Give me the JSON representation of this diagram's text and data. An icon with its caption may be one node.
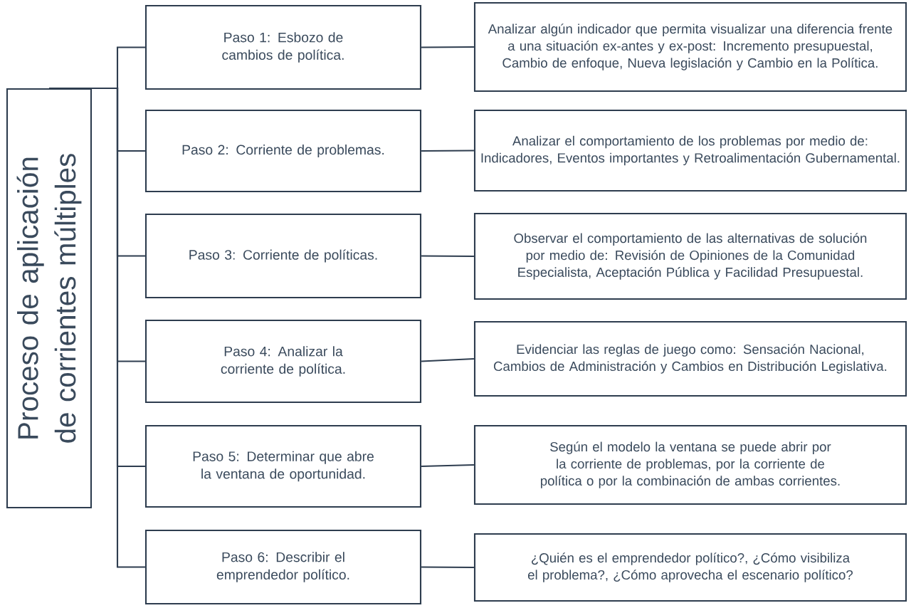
{
  "diagram": {
    "nodes": [
      {
        "text": [
          "Proceso de aplicación de corrientes múltiples"
        ]
      },
      {
        "text": [
          "Paso 1: Esbozo de cambios de política."
        ]
      },
      {
        "text": [
          "Analizar algún indicador que permita visualizar una diferencia frente a una situación ex-antes y ex-post: Incremento presupuestal, Cambio de enfoque, Nueva legislación y Cambio en la Política."
        ]
      },
      {
        "text": [
          "Paso 2:  Corriente de problemas."
        ]
      },
      {
        "text": [
          "Analizar el comportamiento de los problemas por medio de: Indicadores, Eventos importantes y Retroalimentación Gubernamental."
        ]
      },
      {
        "text": [
          "Paso 3: Corriente de políticas."
        ]
      },
      {
        "text": [
          "Observar el comportamiento de las alternativas de solución por medio de: Revisión de Opiniones de la Comunidad Especialista, Aceptación Pública y Facilidad Presupuestal."
        ]
      },
      {
        "text": [
          "Paso 4: Analizar la corriente de política."
        ]
      },
      {
        "text": [
          "Evidenciar las reglas de juego como: Sensación Nacional, Cambios de Administración y Cambios en Distribución Legislativa."
        ]
      },
      {
        "text": [
          "Paso 5: Determinar que abre la ventana de oportunidad."
        ]
      },
      {
        "text": [
          "Según el modelo la ventana se puede abrir por la corriente de problemas, por la corriente de política o por la combinación de ambas corrientes."
        ]
      },
      {
        "text": [
          "Paso 6: Describir el emprendedor político."
        ]
      },
      {
        "text": [
          "¿Quién es el emprendedor político?, ¿Cómo visibiliza el problema?, ¿Cómo aprovecha el escenario político?"
        ]
      }
    ],
    "edges": [
      {
        "from": 0,
        "to": 1,
        "arrow": "none"
      },
      {
        "from": 0,
        "to": 3,
        "arrow": "none"
      },
      {
        "from": 0,
        "to": 5,
        "arrow": "none"
      },
      {
        "from": 0,
        "to": 7,
        "arrow": "none"
      },
      {
        "from": 0,
        "to": 9,
        "arrow": "none"
      },
      {
        "from": 0,
        "to": 11,
        "arrow": "none"
      },
      {
        "from": 1,
        "to": 2,
        "arrow": "none"
      },
      {
        "from": 3,
        "to": 4,
        "arrow": "none"
      },
      {
        "from": 5,
        "to": 6,
        "arrow": "none"
      },
      {
        "from": 7,
        "to": 8,
        "arrow": "none"
      },
      {
        "from": 9,
        "to": 10,
        "arrow": "none"
      },
      {
        "from": 11,
        "to": 12,
        "arrow": "none"
      }
    ]
  }
}
